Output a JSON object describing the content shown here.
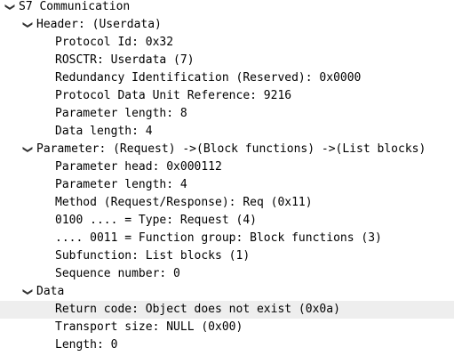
{
  "tree": {
    "root": {
      "label": "S7 Communication",
      "expanded": true
    },
    "header": {
      "label": "Header: (Userdata)",
      "expanded": true,
      "fields": [
        "Protocol Id: 0x32",
        "ROSCTR: Userdata (7)",
        "Redundancy Identification (Reserved): 0x0000",
        "Protocol Data Unit Reference: 9216",
        "Parameter length: 8",
        "Data length: 4"
      ]
    },
    "parameter": {
      "label": "Parameter: (Request) ->(Block functions) ->(List blocks)",
      "expanded": true,
      "fields": [
        "Parameter head: 0x000112",
        "Parameter length: 4",
        "Method (Request/Response): Req (0x11)",
        "0100 .... = Type: Request (4)",
        ".... 0011 = Function group: Block functions (3)",
        "Subfunction: List blocks (1)",
        "Sequence number: 0"
      ]
    },
    "data": {
      "label": "Data",
      "expanded": true,
      "fields": [
        "Return code: Object does not exist (0x0a)",
        "Transport size: NULL (0x00)",
        "Length: 0"
      ],
      "selected_index": 0
    },
    "expander_glyph": "❯",
    "colors": {
      "background": "#ffffff",
      "text": "#000000",
      "selected_row": "#eeeeee"
    }
  }
}
